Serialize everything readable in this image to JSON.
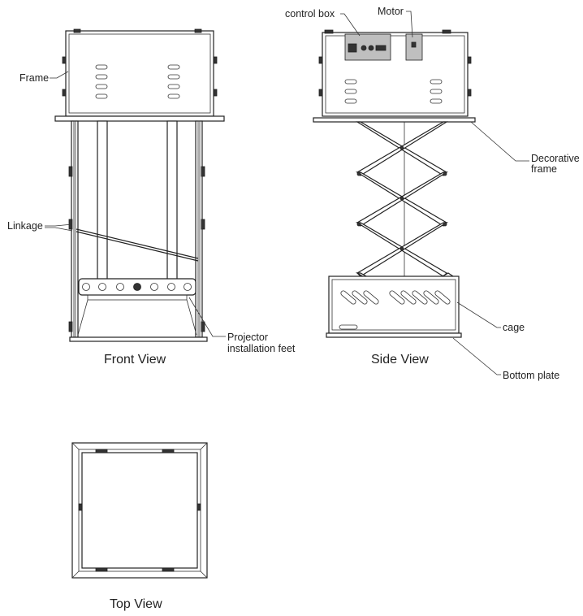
{
  "views": {
    "front": "Front View",
    "side": "Side View",
    "top": "Top View"
  },
  "labels": {
    "frame": "Frame",
    "linkage": "Linkage",
    "projector_feet_line1": "Projector",
    "projector_feet_line2": "installation feet",
    "control_box": "control box",
    "motor": "Motor",
    "decorative_frame_line1": "Decorative",
    "decorative_frame_line2": "frame",
    "cage": "cage",
    "bottom_plate": "Bottom plate"
  }
}
